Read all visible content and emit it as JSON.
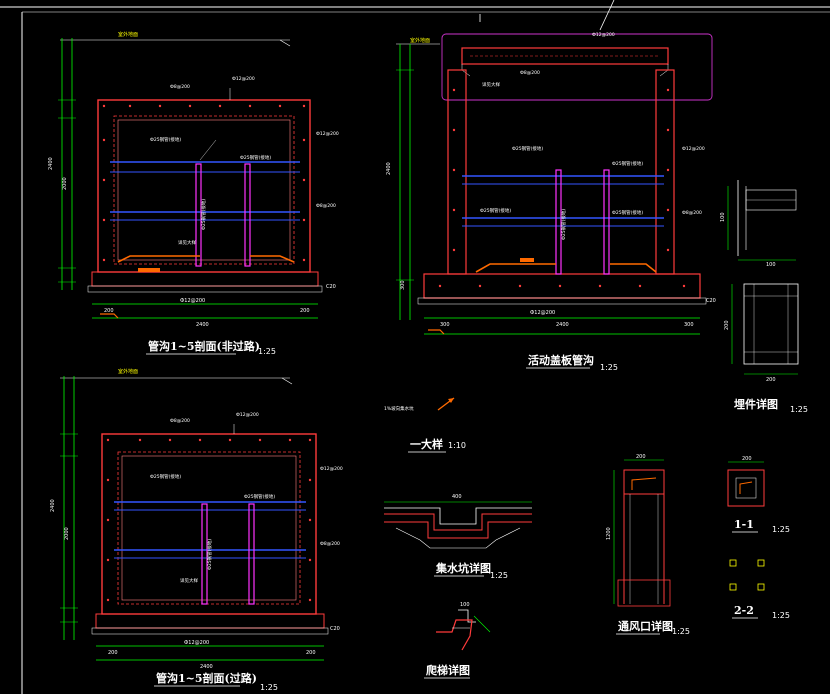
{
  "titles": {
    "section_a": "管沟1~5剖面(非过路)",
    "section_a_scale": "1:25",
    "section_b": "管沟1~5剖面(过路)",
    "section_b_scale": "1:25",
    "section_c": "活动盖板管沟",
    "section_c_scale": "1:25",
    "detail_big": "一大样",
    "detail_big_scale": "1:10",
    "sump": "集水坑详图",
    "sump_scale": "1:25",
    "vent": "通风口详图",
    "vent_scale": "1:25",
    "embed": "埋件详图",
    "embed_scale": "1:25",
    "ladder": "爬梯详图",
    "sec11": "1-1",
    "sec11_scale": "1:25",
    "sec22": "2-2",
    "sec22_scale": "1:25"
  },
  "labels": {
    "ground": "室外地面",
    "pipe1": "Ф25钢管(接地)",
    "pipe2": "Ф25钢管(接地)",
    "rebar": "Ф12@200",
    "rebar2": "Ф8@200",
    "vertical": "Ф25钢管(接地)",
    "note_small": "详见大样",
    "arrow_note": "1%坡向集水坑"
  },
  "dims": {
    "d200": "200",
    "d2000": "2000",
    "d2400": "2400",
    "d100": "100",
    "d300": "300",
    "d1200": "1200",
    "d400": "400",
    "c20": "C20"
  },
  "colors": {
    "wall": "#ff3b3b",
    "dim": "#00ff00",
    "pipe": "#3355ff",
    "post": "#ff33ff",
    "orange": "#ff6a00",
    "yellow": "#ffff00",
    "white": "#ffffff"
  }
}
